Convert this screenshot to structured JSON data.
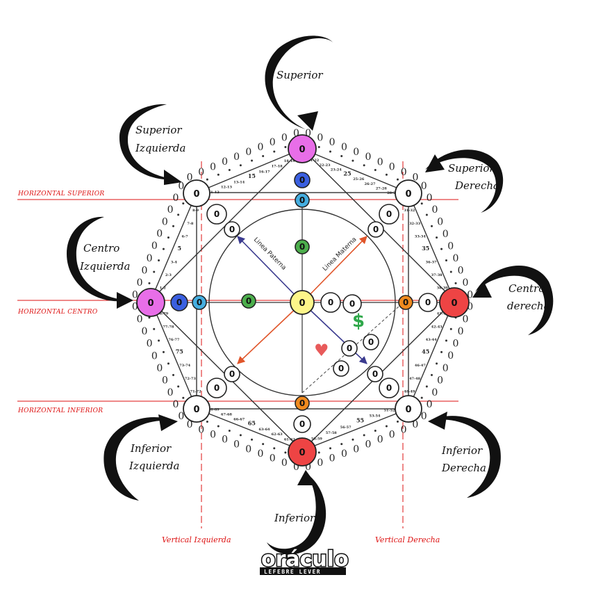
{
  "diagram": {
    "node_value": "0",
    "callouts": {
      "superior": "Superior",
      "superior_izquierda": [
        "Superior",
        "Izquierda"
      ],
      "superior_derecha": [
        "Superior",
        "Derecha"
      ],
      "centro_izquierda": [
        "Centro",
        "Izquierda"
      ],
      "centro_derecha": [
        "Centro",
        "derecha"
      ],
      "inferior_izquierda": [
        "Inferior",
        "Izquierda"
      ],
      "inferior_derecha": [
        "Inferior",
        "Derecha"
      ],
      "inferior": "Inferior"
    },
    "guides": {
      "horizontal_superior": "HORIZONTAL SUPERIOR",
      "horizontal_centro": "HORIZONTAL CENTRO",
      "horizontal_inferior": "HORIZONTAL INFERIOR",
      "vertical_izquierda": "Vertical Izquierda",
      "vertical_derecha": "Vertical Derecha"
    },
    "lines": {
      "paterna": "Linea Paterna",
      "materna": "Linea Materna"
    },
    "symbols": {
      "money": "$",
      "heart": "♥"
    },
    "age_ring": {
      "top_right": [
        "21-22",
        "22-23",
        "23-24",
        "25",
        "25-26",
        "26-27",
        "27-28",
        "28-29"
      ],
      "top_left": [
        "11-12",
        "12-13",
        "13-14",
        "15",
        "16-17",
        "17-18",
        "18-19"
      ],
      "left_upper": [
        "1-2",
        "2-3",
        "3-4",
        "5",
        "6-7",
        "7-8",
        "8-9"
      ],
      "right_upper": [
        "31-32",
        "32-33",
        "33-34",
        "35",
        "36-37",
        "37-38",
        "38-39"
      ],
      "right_lower": [
        "41-42",
        "42-43",
        "43-44",
        "45",
        "46-47",
        "47-48",
        "48-49"
      ],
      "bottom_right": [
        "51-52",
        "53-54",
        "55",
        "56-57",
        "57-58",
        "58-59"
      ],
      "bottom_left": [
        "61-62",
        "62-63",
        "63-64",
        "65",
        "66-67",
        "67-68",
        "68-69"
      ],
      "left_lower": [
        "71-72",
        "72-73",
        "73-74",
        "75",
        "76-77",
        "77-78",
        "78-79"
      ]
    },
    "colors": {
      "magenta": "#e86ee8",
      "red": "#ee4444",
      "yellow": "#fdf68a",
      "blue": "#3a5fe0",
      "light_blue": "#45aee0",
      "green": "#4cae4c",
      "orange": "#f08a1e",
      "guide_red": "#dd1111",
      "paterna_arrow": "#3b3b8f",
      "materna_arrow": "#e0552a",
      "money_green": "#2fa84a",
      "heart_red": "#e85a5a"
    }
  },
  "logo": {
    "name": "oráculo",
    "subtitle": "LEFEBRE LEVER"
  }
}
